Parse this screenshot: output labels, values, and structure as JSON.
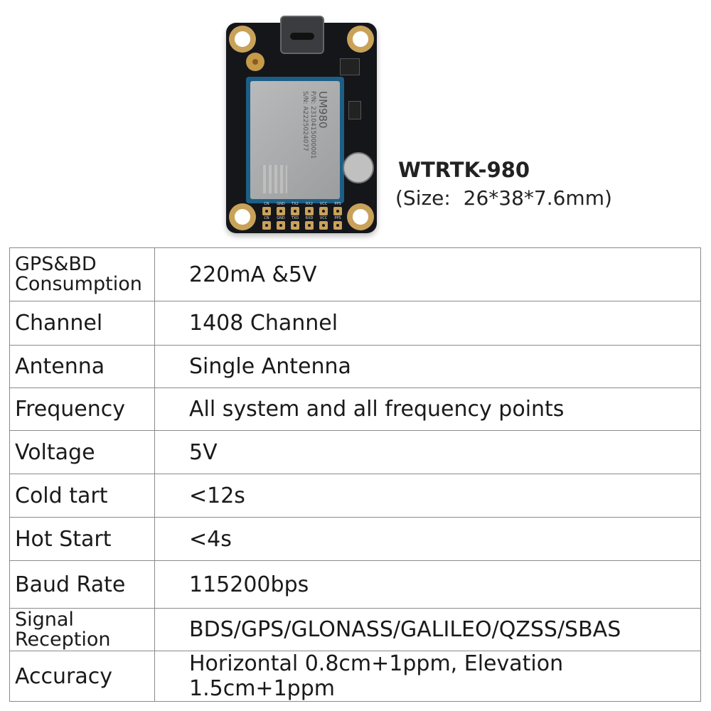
{
  "product": {
    "name": "WTRTK-980",
    "size": "(Size:  26*38*7.6mm)",
    "module_marking": {
      "model": "UM980",
      "pn": "P/N: 2310415000001",
      "sn": "S/N: A2225024077"
    },
    "pin_labels_top": [
      "CN",
      "GND",
      "TX2",
      "RX2",
      "VCC",
      "PPS"
    ],
    "pin_labels_bottom": [
      "CN",
      "GND",
      "TXD",
      "RXD",
      "VCC",
      "PPS"
    ]
  },
  "specs": [
    {
      "label": "GPS&BD Consumption",
      "label_lines": [
        "GPS&BD",
        "Consumption"
      ],
      "value": "220mA &5V"
    },
    {
      "label": "Channel",
      "value": "1408 Channel"
    },
    {
      "label": "Antenna",
      "value": "Single Antenna"
    },
    {
      "label": "Frequency",
      "value": "All system and all frequency points"
    },
    {
      "label": "Voltage",
      "value": "5V"
    },
    {
      "label": "Cold tart",
      "value": "<12s"
    },
    {
      "label": "Hot Start",
      "value": "<4s"
    },
    {
      "label": "Baud Rate",
      "value": "115200bps"
    },
    {
      "label": "Signal Reception",
      "label_lines": [
        "Signal",
        "Reception"
      ],
      "value": "BDS/GPS/GLONASS/GALILEO/QZSS/SBAS"
    },
    {
      "label": "Accuracy",
      "value": "Horizontal 0.8cm+1ppm, Elevation 1.5cm+1ppm"
    }
  ]
}
